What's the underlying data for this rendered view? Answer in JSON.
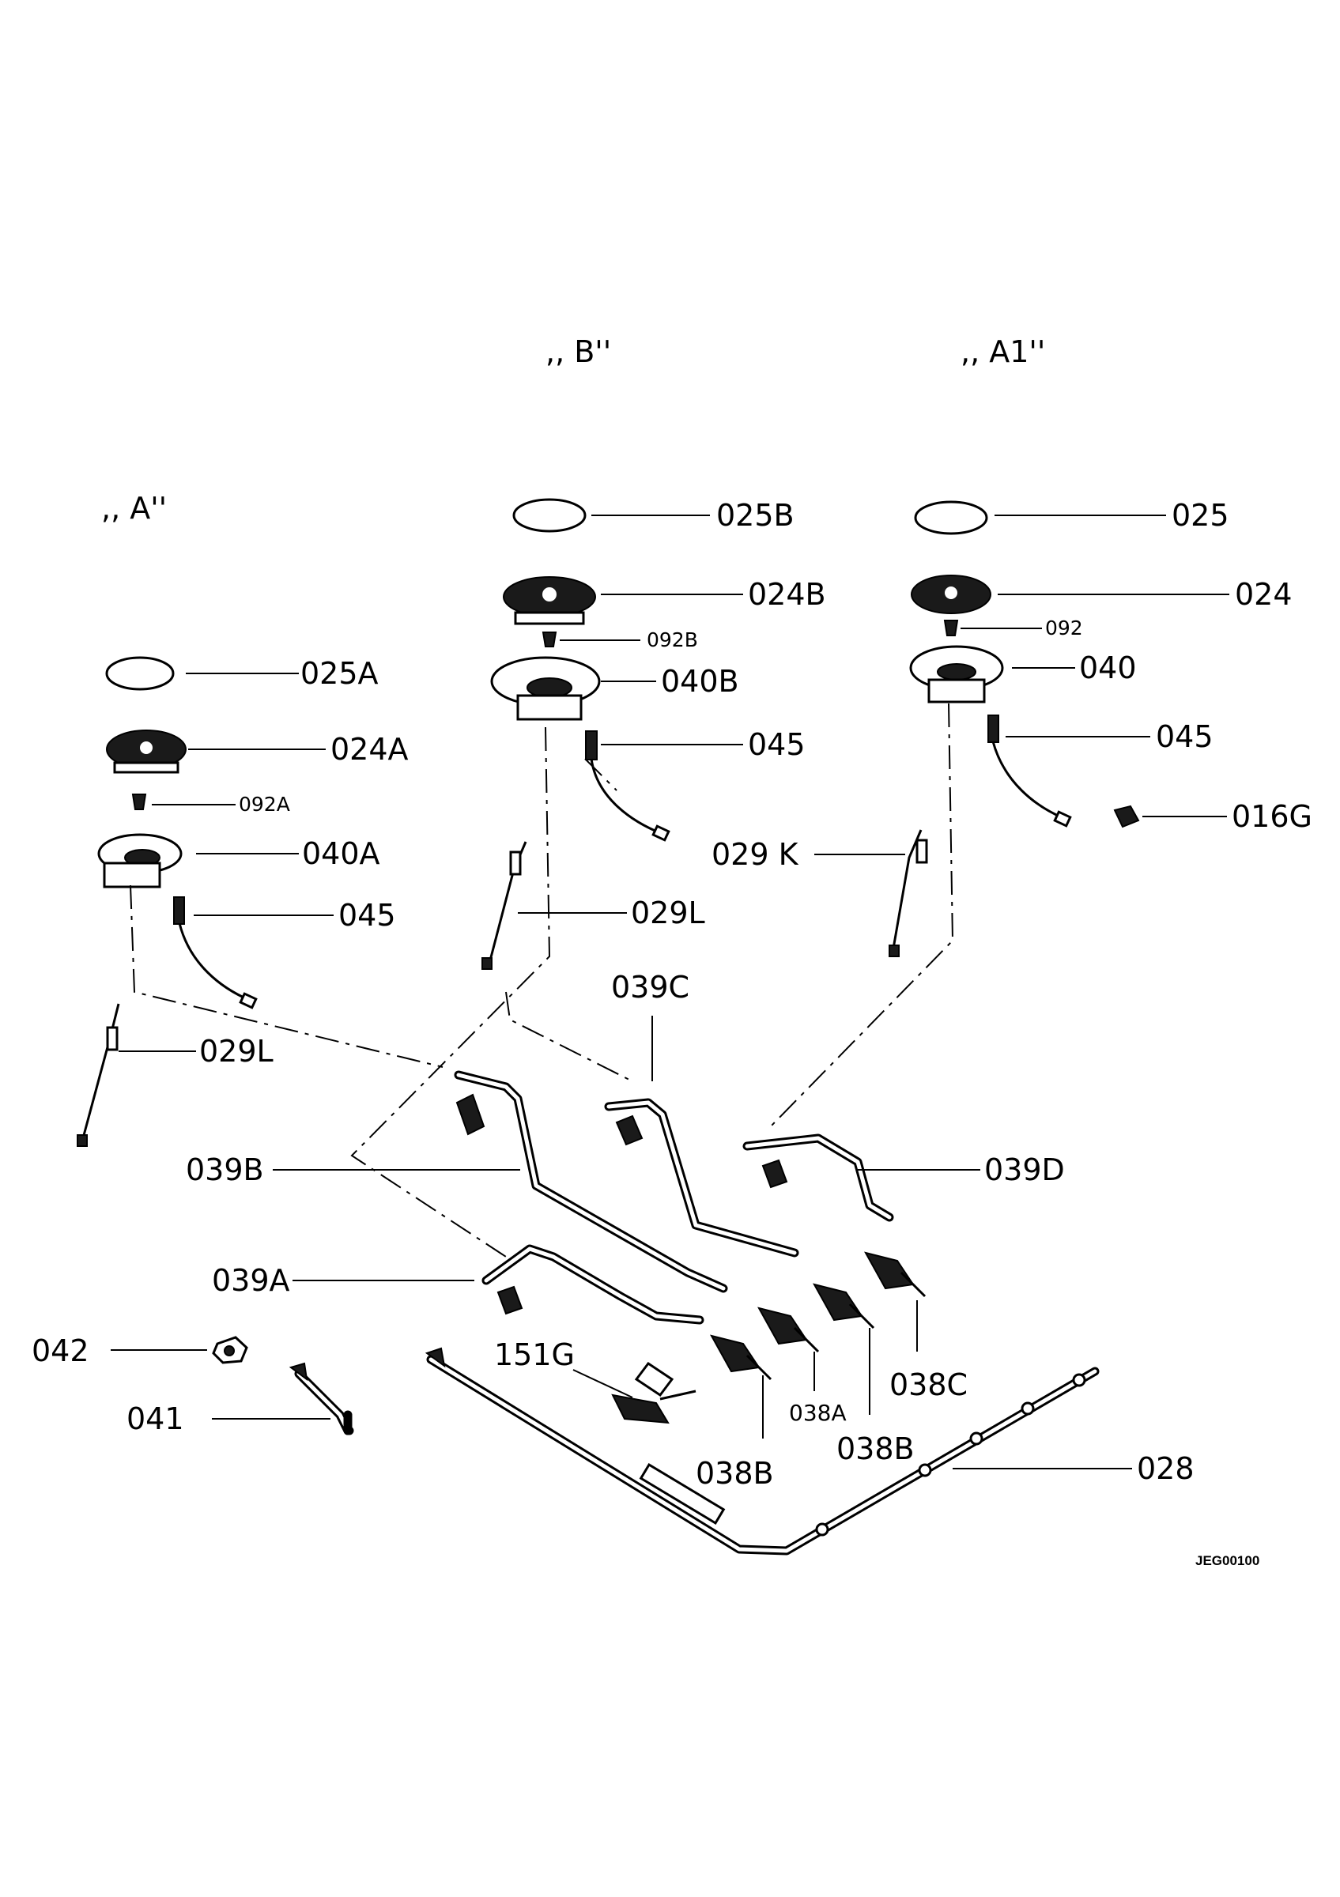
{
  "groups": {
    "a": ",, A''",
    "b": ",, B''",
    "a1": ",, A1''"
  },
  "labels": {
    "p025b": "025B",
    "p024b": "024B",
    "p092b": "092B",
    "p040b": "040B",
    "p045b": "045",
    "p025": "025",
    "p024": "024",
    "p092": "092",
    "p040": "040",
    "p045a1": "045",
    "p016g": "016G",
    "p025a": "025A",
    "p024a": "024A",
    "p092a": "092A",
    "p040a": "040A",
    "p045a": "045",
    "p029lb": "029L",
    "p029k": "029 K",
    "p029la": "029L",
    "p039c": "039C",
    "p039b": "039B",
    "p039d": "039D",
    "p039a": "039A",
    "p042": "042",
    "p041": "041",
    "p151g": "151G",
    "p038a": "038A",
    "p038b1": "038B",
    "p038b2": "038B",
    "p038c": "038C",
    "p028": "028"
  },
  "drawing_code": "JEG00100"
}
